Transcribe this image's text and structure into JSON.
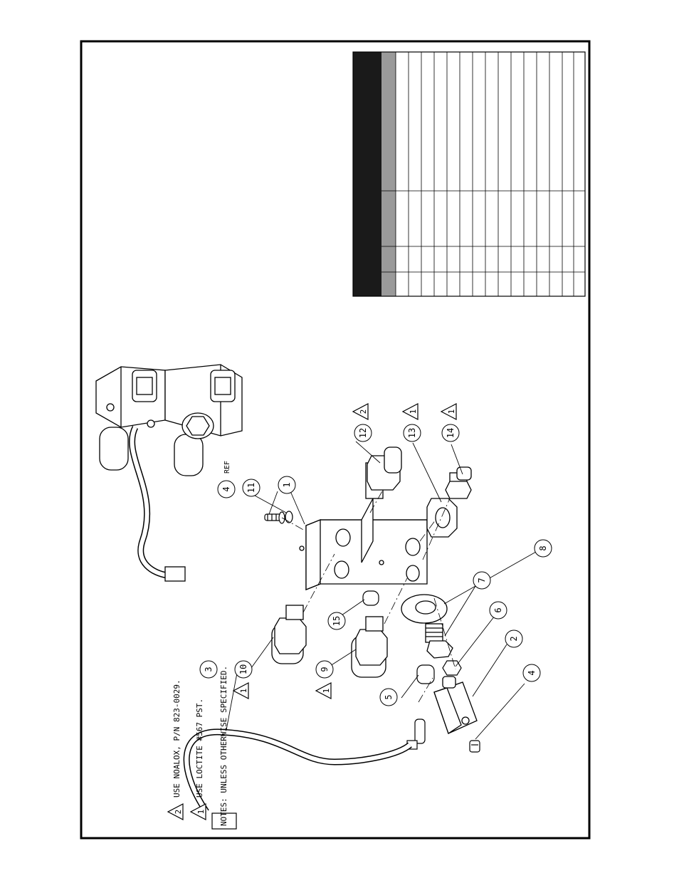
{
  "notes": {
    "header": "NOTES: UNLESS OTHERWISE SPECIFIED.",
    "note1_num": "1",
    "note1_text": "USE LOCTITE #567 PST.",
    "note2_num": "2",
    "note2_text": "USE NOALOX, P/N 823-0029."
  },
  "callouts": {
    "c1": "1",
    "c2": "2",
    "c3": "3",
    "c4a": "4",
    "c4b": "4",
    "c5": "5",
    "c6": "6",
    "c7": "7",
    "c8": "8",
    "c9": "9",
    "c10": "10",
    "c11": "11",
    "c12": "12",
    "c13": "13",
    "c14": "14",
    "c15": "15"
  },
  "flags": {
    "f10": "1",
    "f9": "1",
    "f12": "2",
    "f13": "1",
    "f14": "1"
  },
  "ref_label": "REF",
  "colors": {
    "ink": "#000000",
    "table_header": "#1a1a1a",
    "table_subheader": "#9a9a9a"
  }
}
